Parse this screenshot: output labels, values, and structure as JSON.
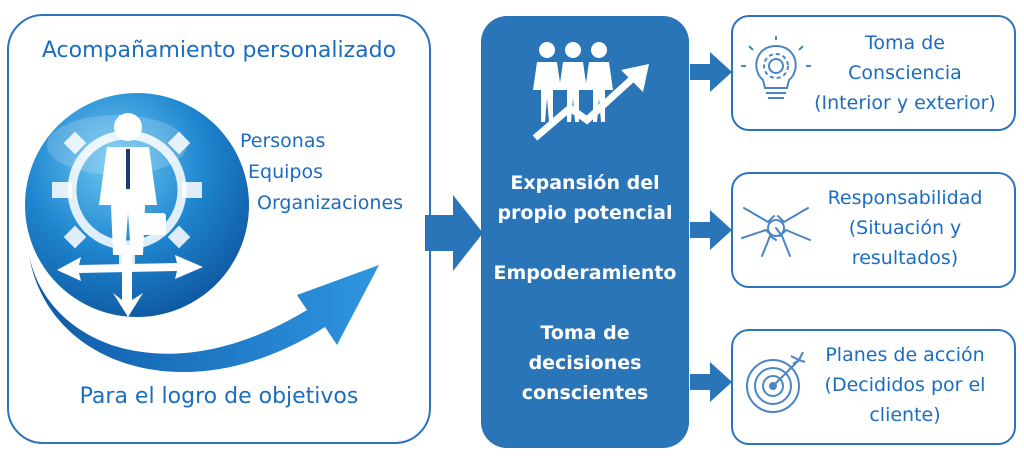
{
  "left": {
    "title": "Acompañamiento personalizado",
    "items": [
      "Personas",
      "Equipos",
      "Organizaciones"
    ],
    "bottom": "Para el logro de objetivos"
  },
  "center": {
    "line1": "Expansión del",
    "line2": "propio potencial",
    "item2": "Empoderamiento",
    "item3_l1": "Toma de",
    "item3_l2": "decisiones",
    "item3_l3": "conscientes"
  },
  "right": [
    {
      "l1": "Toma de",
      "l2": "Consciencia",
      "l3": "(Interior y exterior)",
      "icon": "lightbulb-gear-icon"
    },
    {
      "l1": "Responsabilidad",
      "l2": "(Situación y",
      "l3": "resultados)",
      "icon": "joined-hands-icon"
    },
    {
      "l1": "Planes de acción",
      "l2": "(Decididos por el",
      "l3": "cliente)",
      "icon": "target-arrow-icon"
    }
  ],
  "colors": {
    "primary": "#2a74b8",
    "text": "#1c6cc0",
    "arrow": "#2a74b8"
  }
}
